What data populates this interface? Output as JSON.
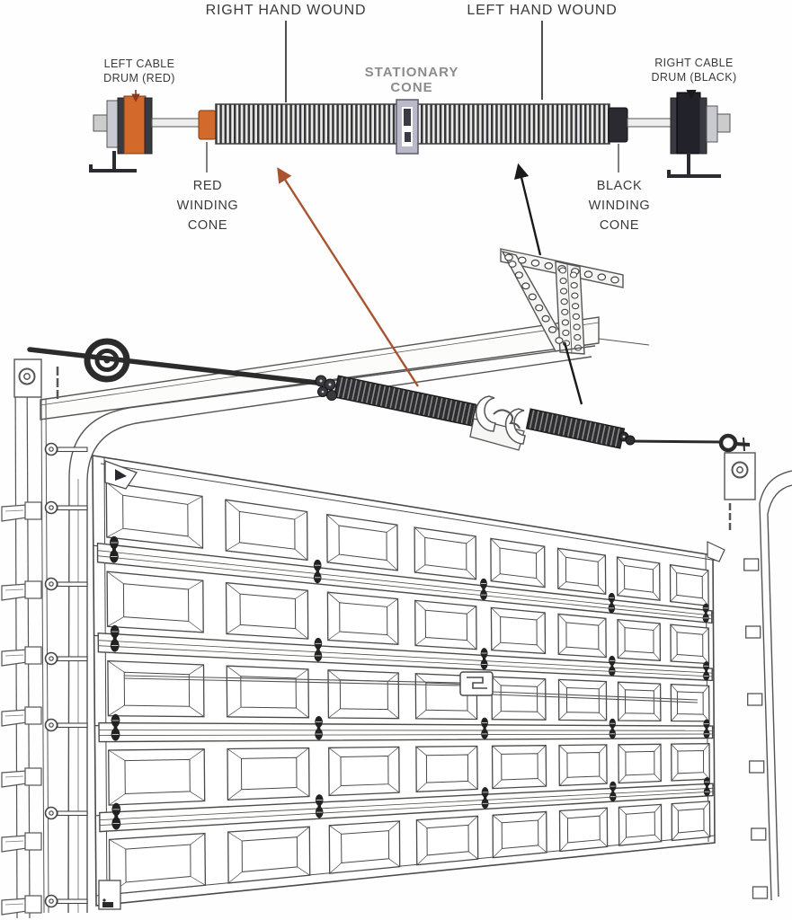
{
  "diagram": {
    "labels": {
      "right_hand_wound": "RIGHT HAND WOUND",
      "left_hand_wound": "LEFT HAND WOUND",
      "left_cable_drum": {
        "line1": "LEFT CABLE",
        "line2": "DRUM (RED)"
      },
      "stationary_cone": {
        "line1": "STATIONARY",
        "line2": "CONE"
      },
      "right_cable_drum": {
        "line1": "RIGHT CABLE",
        "line2": "DRUM (BLACK)"
      },
      "red_winding_cone": {
        "line1": "RED",
        "line2": "WINDING",
        "line3": "CONE"
      },
      "black_winding_cone": {
        "line1": "BLACK",
        "line2": "WINDING",
        "line3": "CONE"
      }
    },
    "colors": {
      "line_art": "#4a4a4a",
      "line_soft": "#5a5a5a",
      "label_dark": "#3a3a3a",
      "label_gray": "#8c8c8c",
      "red_drum": "#d3692b",
      "red_cone": "#d3692b",
      "black_part": "#26262b",
      "flange": "#3a3a42",
      "stationary_cone_fill": "#b9b9c9",
      "spring_dark": "#2e2e31",
      "red_arrow": "#a85430",
      "black_arrow": "#1a1a1a",
      "bearing": "#c9c9d2"
    }
  }
}
